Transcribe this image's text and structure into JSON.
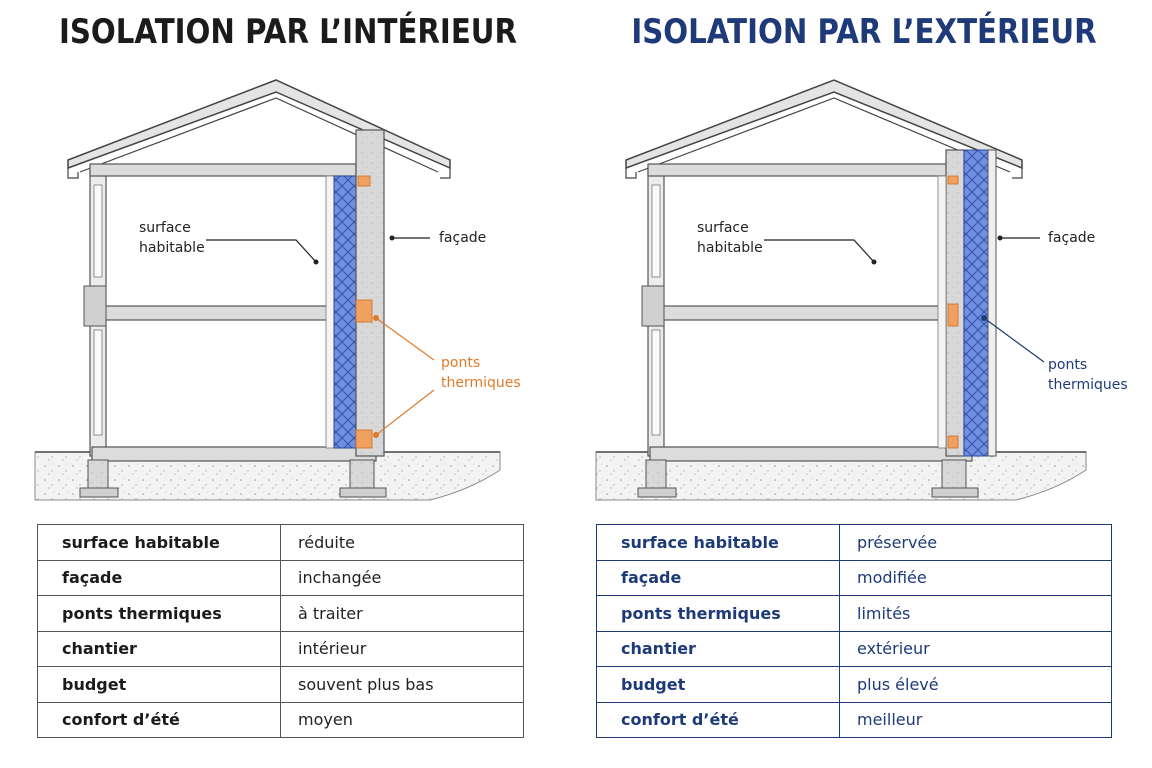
{
  "panels": {
    "interior": {
      "title": "ISOLATION PAR L’INTÉRIEUR",
      "labels": {
        "surface": "surface\nhabitable",
        "facade": "façade",
        "ponts": "ponts\nthermiques"
      },
      "accent_color": "#e07a2a",
      "rows": [
        {
          "key": "surface habitable",
          "value": "réduite"
        },
        {
          "key": "façade",
          "value": "inchangée"
        },
        {
          "key": "ponts thermiques",
          "value": "à traiter"
        },
        {
          "key": "chantier",
          "value": "intérieur"
        },
        {
          "key": "budget",
          "value": "souvent plus bas"
        },
        {
          "key": "confort d’été",
          "value": "moyen"
        }
      ]
    },
    "exterior": {
      "title": "ISOLATION PAR L’EXTÉRIEUR",
      "labels": {
        "surface": "surface\nhabitable",
        "facade": "façade",
        "ponts": "ponts\nthermiques"
      },
      "accent_color": "#1e3a78",
      "rows": [
        {
          "key": "surface habitable",
          "value": "préservée"
        },
        {
          "key": "façade",
          "value": "modifiée"
        },
        {
          "key": "ponts thermiques",
          "value": "limités"
        },
        {
          "key": "chantier",
          "value": "extérieur"
        },
        {
          "key": "budget",
          "value": "plus élevé"
        },
        {
          "key": "confort d’été",
          "value": "meilleur"
        }
      ]
    }
  },
  "colors": {
    "insulation": "#5b7bd6",
    "thermal_bridge": "#f0a060",
    "structure": "#d9d9d9",
    "outline": "#444444"
  }
}
